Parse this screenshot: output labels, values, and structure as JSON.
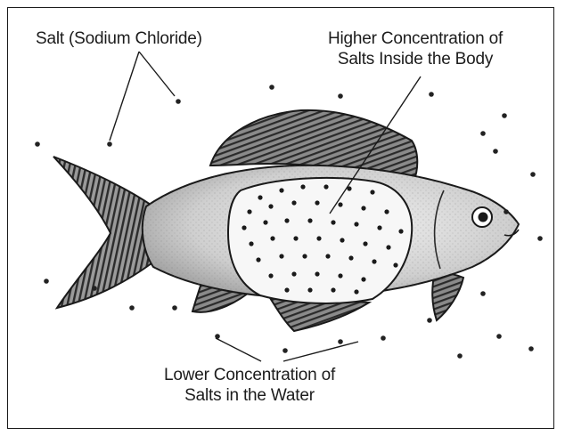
{
  "labels": {
    "salt": "Salt (Sodium Chloride)",
    "higher_line1": "Higher Concentration of",
    "higher_line2": "Salts Inside the Body",
    "lower_line1": "Lower Concentration of",
    "lower_line2": "Salts in the Water"
  },
  "colors": {
    "ink": "#1a1a1a",
    "water_dot": "#222222",
    "fish_body": "#dcdcdc",
    "fin_dark": "#5a5a5a"
  },
  "icons": [
    "fish-illustration",
    "salt-dot",
    "eye-icon"
  ]
}
